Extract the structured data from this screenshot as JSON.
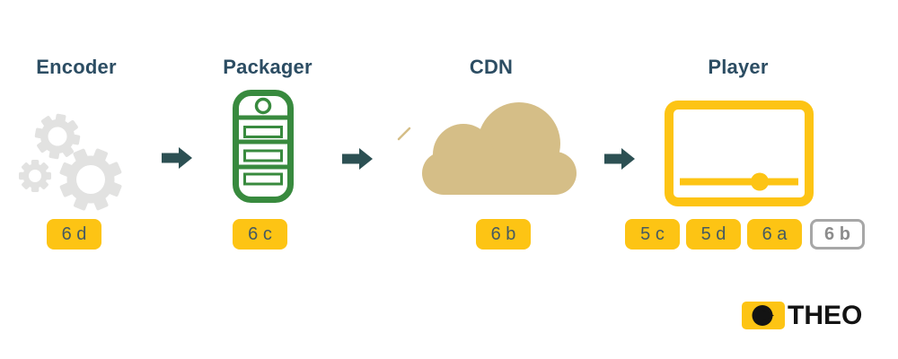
{
  "diagram_title": "",
  "nodes": [
    {
      "id": "encoder",
      "label": "Encoder",
      "icon": "gears-icon",
      "badge": "6 d"
    },
    {
      "id": "packager",
      "label": "Packager",
      "icon": "server-icon",
      "badge": "6 c"
    },
    {
      "id": "cdn",
      "label": "CDN",
      "icon": "cloud-icon",
      "badge": "6 b"
    },
    {
      "id": "player",
      "label": "Player",
      "icon": "video-player-icon",
      "badges": [
        {
          "label": "5 c",
          "variant": "filled"
        },
        {
          "label": "5 d",
          "variant": "filled"
        },
        {
          "label": "6 a",
          "variant": "filled"
        },
        {
          "label": "6 b",
          "variant": "outlined"
        }
      ]
    }
  ],
  "flow": [
    "Encoder",
    "Packager",
    "CDN",
    "Player"
  ],
  "logo": {
    "text": "THEO",
    "icon": "play-button-icon"
  },
  "colors": {
    "background": "#ffffff",
    "brand_yellow": "#FDC414",
    "label_text": "#2C4D63",
    "badge_text": "#465A61",
    "arrow": "#2C5053",
    "server_green": "#388A3E",
    "cloud_tan": "#D5BE87",
    "gear_gray": "#E2E2E1",
    "outline_badge_border": "#A7A7A7",
    "outline_badge_text": "#8C8C8C",
    "logo_text": "#131313"
  }
}
